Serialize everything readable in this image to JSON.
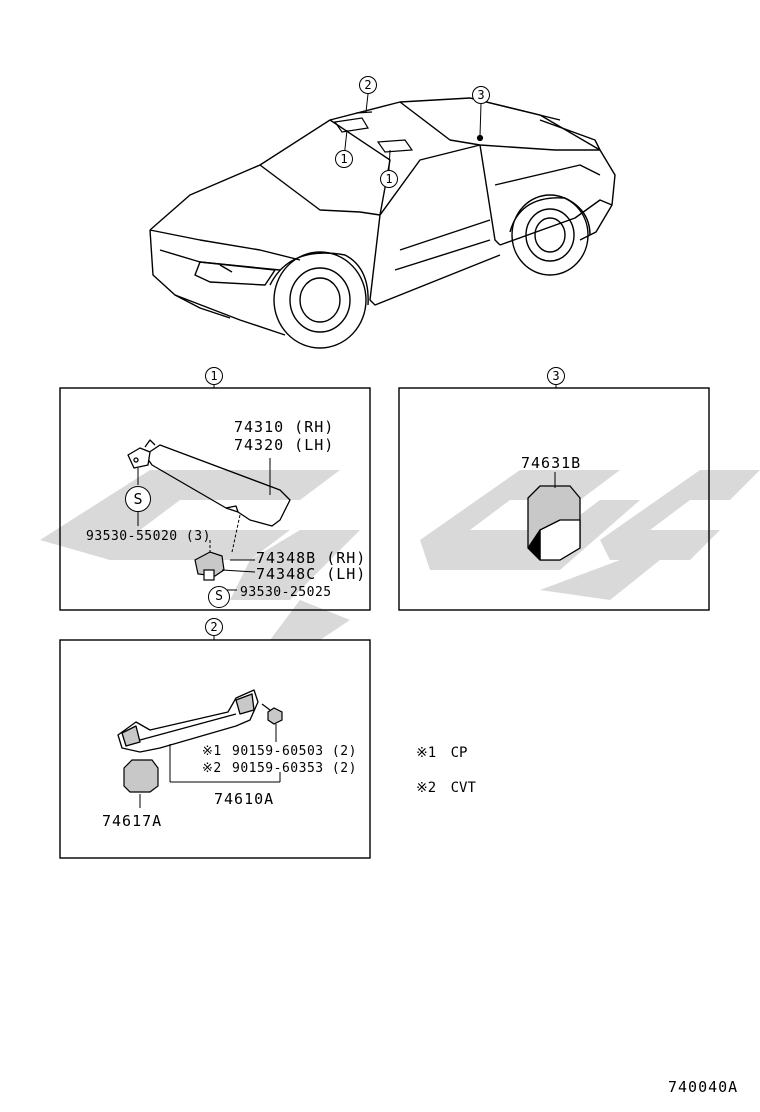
{
  "callouts": {
    "c1": "1",
    "c2": "2",
    "c3": "3"
  },
  "panel1": {
    "part_visor_rh": "74310 (RH)",
    "part_visor_lh": "74320 (LH)",
    "part_screw": "93530-55020 (3)",
    "part_holder_rh": "74348B (RH)",
    "part_holder_lh": "74348C (LH)",
    "part_screw2": "93530-25025",
    "s_symbol": "S"
  },
  "panel2": {
    "part_bolt_1_mark": "※1",
    "part_bolt_1": "90159-60503 (2)",
    "part_bolt_2_mark": "※2",
    "part_bolt_2": "90159-60353 (2)",
    "part_grip": "74610A",
    "part_cap": "74617A"
  },
  "panel3": {
    "part_hook": "74631B"
  },
  "notes": [
    {
      "mark": "※1",
      "text": "CP"
    },
    {
      "mark": "※2",
      "text": "CVT"
    }
  ],
  "figure_code": "740040A",
  "colors": {
    "line": "#000000",
    "watermark": "#d9d9d9",
    "part_fill": "#c8c8c8"
  }
}
